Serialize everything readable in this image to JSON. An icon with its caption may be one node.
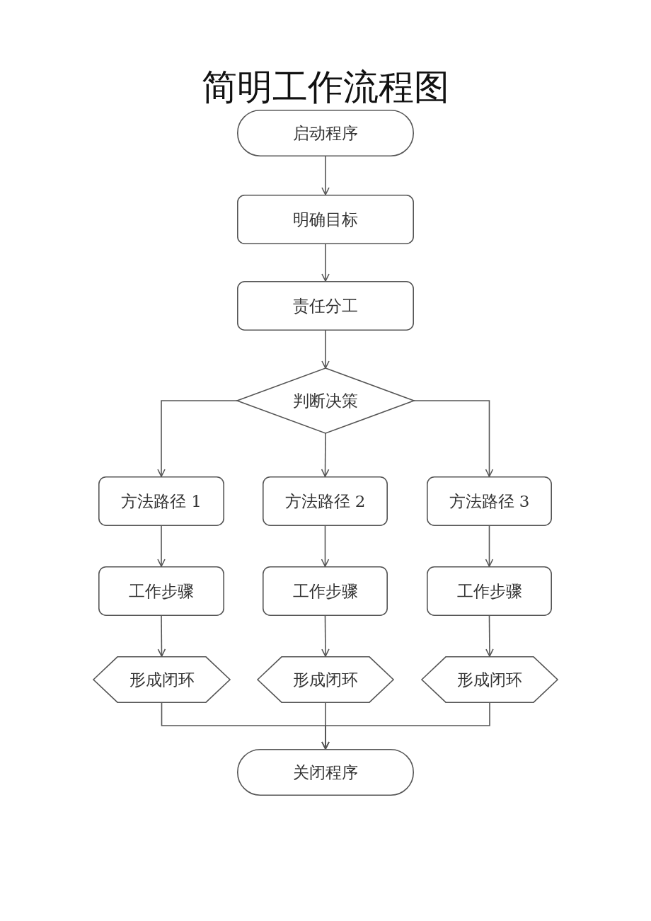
{
  "diagram": {
    "title": "简明工作流程图",
    "nodes": [
      {
        "text": [
          "启动程序"
        ]
      },
      {
        "text": [
          "明确目标"
        ]
      },
      {
        "text": [
          "责任分工"
        ]
      },
      {
        "text": [
          "判断决策"
        ]
      },
      {
        "text": [
          "方法路径 1"
        ]
      },
      {
        "text": [
          "方法路径 2"
        ]
      },
      {
        "text": [
          "方法路径 3"
        ]
      },
      {
        "text": [
          "工作步骤"
        ]
      },
      {
        "text": [
          "工作步骤"
        ]
      },
      {
        "text": [
          "工作步骤"
        ]
      },
      {
        "text": [
          "形成闭环"
        ]
      },
      {
        "text": [
          "形成闭环"
        ]
      },
      {
        "text": [
          "形成闭环"
        ]
      },
      {
        "text": [
          "关闭程序"
        ]
      }
    ],
    "edges": [
      {
        "from": 0,
        "to": 1,
        "arrow": "to"
      },
      {
        "from": 1,
        "to": 2,
        "arrow": "to"
      },
      {
        "from": 2,
        "to": 3,
        "arrow": "to"
      },
      {
        "from": 3,
        "to": 4,
        "arrow": "to"
      },
      {
        "from": 3,
        "to": 5,
        "arrow": "to"
      },
      {
        "from": 3,
        "to": 6,
        "arrow": "to"
      },
      {
        "from": 4,
        "to": 7,
        "arrow": "to"
      },
      {
        "from": 5,
        "to": 8,
        "arrow": "to"
      },
      {
        "from": 6,
        "to": 9,
        "arrow": "to"
      },
      {
        "from": 7,
        "to": 10,
        "arrow": "to"
      },
      {
        "from": 8,
        "to": 11,
        "arrow": "to"
      },
      {
        "from": 9,
        "to": 12,
        "arrow": "to"
      },
      {
        "from": 10,
        "to": 13,
        "arrow": "to"
      },
      {
        "from": 11,
        "to": 13,
        "arrow": "to"
      },
      {
        "from": 12,
        "to": 13,
        "arrow": "to"
      }
    ]
  }
}
